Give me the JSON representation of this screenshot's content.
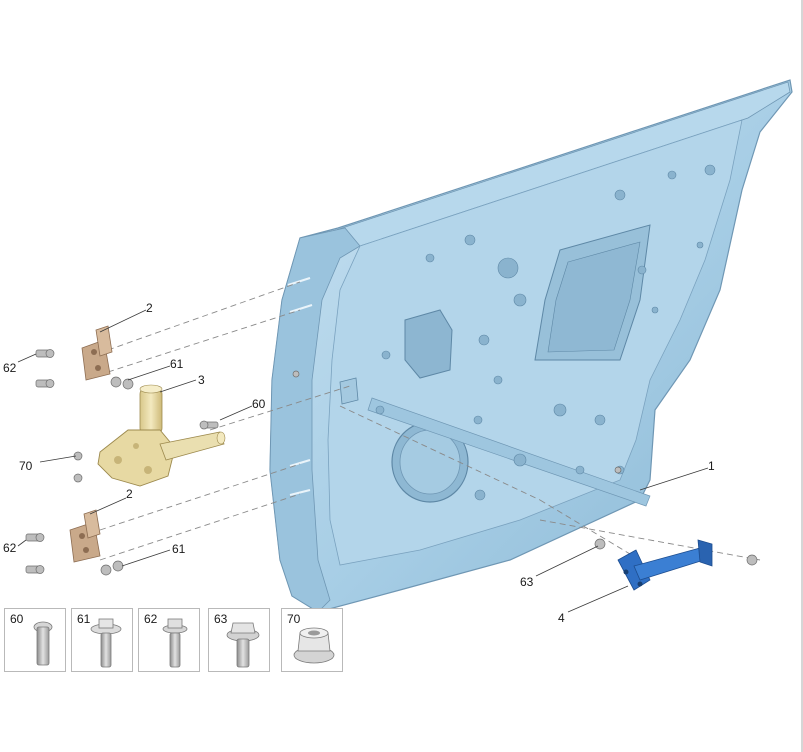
{
  "callouts": {
    "c1": "1",
    "c2_top": "2",
    "c2_bottom": "2",
    "c3": "3",
    "c4": "4",
    "c60": "60",
    "c61_top": "61",
    "c61_bottom": "61",
    "c62_top": "62",
    "c62_bottom": "62",
    "c63": "63",
    "c70": "70"
  },
  "legend": [
    {
      "label": "60",
      "icon": "bolt-icon"
    },
    {
      "label": "61",
      "icon": "flange-bolt-icon"
    },
    {
      "label": "62",
      "icon": "hex-bolt-icon"
    },
    {
      "label": "63",
      "icon": "hex-flange-bolt-icon"
    },
    {
      "label": "70",
      "icon": "flange-nut-icon"
    }
  ],
  "colors": {
    "door_panel": "#a9cfe6",
    "door_shadow": "#7fa9c6",
    "hinge": "#c9a98a",
    "motor": "#e7d9a3",
    "check_strap": "#2f6fc4",
    "fastener": "#9a9a9a"
  }
}
